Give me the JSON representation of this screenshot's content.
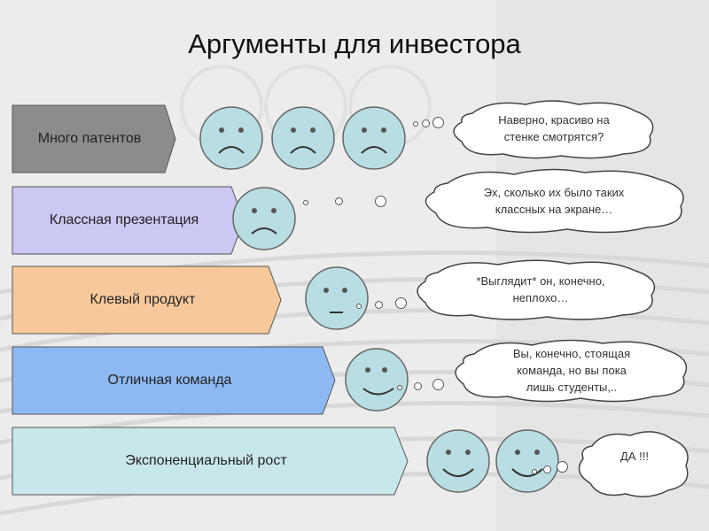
{
  "title": "Аргументы для инвестора",
  "colors": {
    "arrow_gray": "#8c8c8c",
    "arrow_lavender": "#cbc8f3",
    "arrow_peach": "#f7c99a",
    "arrow_blue": "#8db8f2",
    "arrow_teal": "#c7e7ea",
    "face_fill": "#b8dde2"
  },
  "rows": [
    {
      "argument": "Много патентов",
      "faces": [
        "sad",
        "sad",
        "sad"
      ],
      "thought": [
        "Наверно, красиво на",
        "стенке смотрятся?"
      ]
    },
    {
      "argument": "Классная презентация",
      "faces": [
        "sad"
      ],
      "thought": [
        "Эх, сколько их было таких",
        "классных на экране…"
      ]
    },
    {
      "argument": "Клевый продукт",
      "faces": [
        "neutral"
      ],
      "thought": [
        "*Выглядит* он, конечно,",
        "неплохо…"
      ]
    },
    {
      "argument": "Отличная команда",
      "faces": [
        "smirk"
      ],
      "thought": [
        "Вы, конечно, стоящая",
        "команда, но вы пока",
        "лишь студенты,.."
      ]
    },
    {
      "argument": "Экспоненциальный рост",
      "faces": [
        "happy",
        "happy"
      ],
      "thought": [
        "ДА !!!"
      ]
    }
  ]
}
